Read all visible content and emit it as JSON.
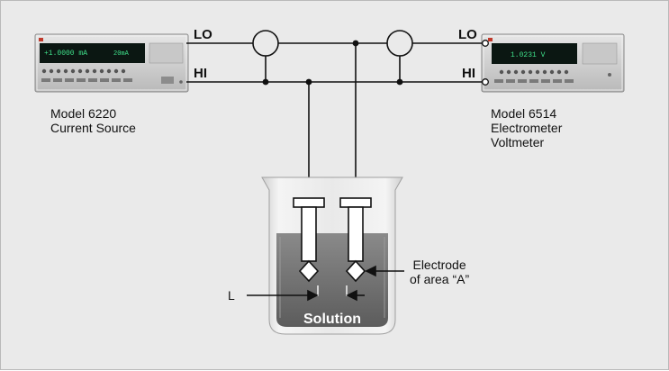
{
  "source": {
    "name": "Model 6220",
    "role": "Current Source",
    "display_text": "+1.0000 mA",
    "display_range": "20mA"
  },
  "meter": {
    "name": "Model 6514",
    "role_line1": "Electrometer",
    "role_line2": "Voltmeter",
    "display_text": "1.0231 V"
  },
  "terminals": {
    "lo_left": "LO",
    "hi_left": "HI",
    "lo_right": "LO",
    "hi_right": "HI"
  },
  "cell": {
    "solution_label": "Solution",
    "electrode_label_line1": "Electrode",
    "electrode_label_line2": "of area “A”",
    "spacing_label": "L"
  },
  "colors": {
    "background": "#eaeaea",
    "line": "#111111",
    "instrument_body": "#d4d4d4",
    "display": "#0b1712",
    "display_text": "#3fe08a",
    "solution": "#6f6f6f"
  }
}
